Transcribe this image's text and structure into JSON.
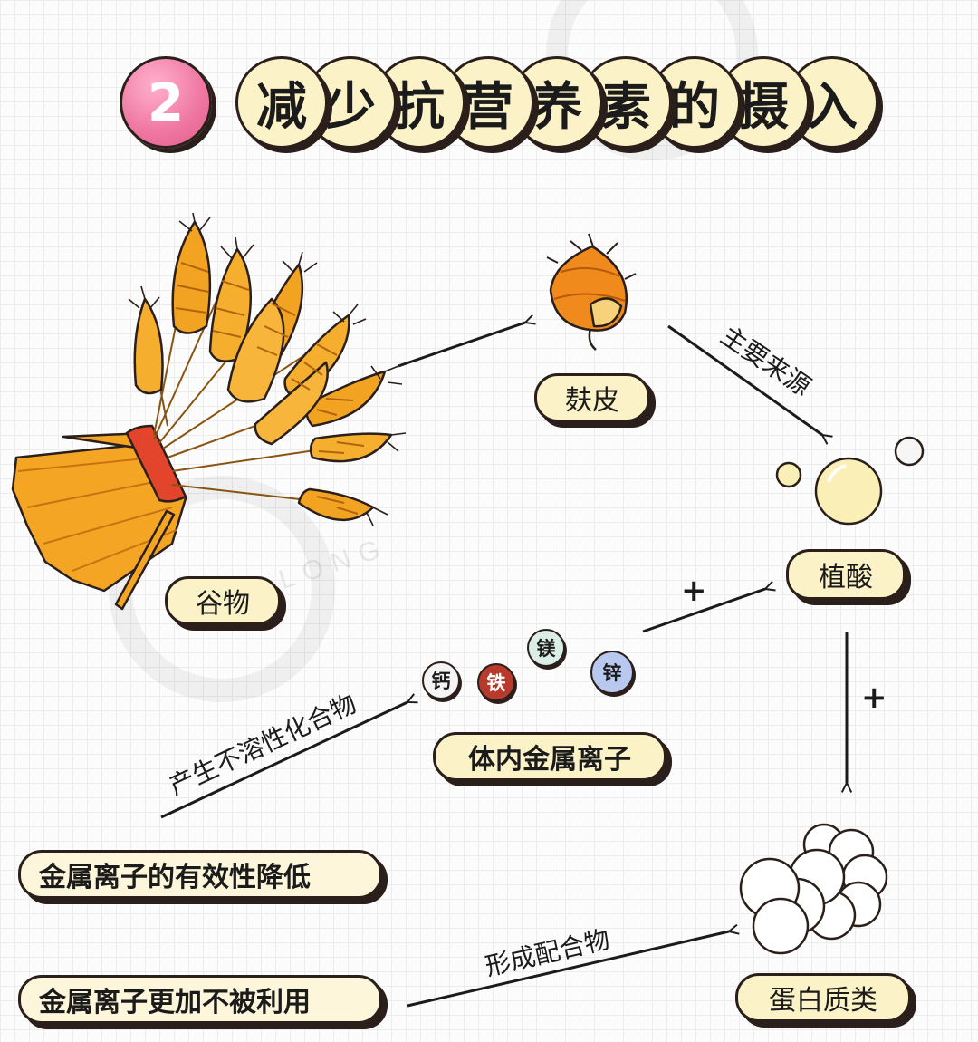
{
  "title": {
    "number": "2",
    "chars": [
      "减",
      "少",
      "抗",
      "营",
      "养",
      "素",
      "的",
      "摄",
      "入"
    ]
  },
  "labels": {
    "grain": "谷物",
    "bran": "麸皮",
    "phytic_acid": "植酸",
    "metal_ions": "体内金属离子",
    "protein": "蛋白质类",
    "effect_1": "金属离子的有效性降低",
    "effect_2": "金属离子更加不被利用"
  },
  "ions": {
    "calcium": "钙",
    "iron": "铁",
    "magnesium": "镁",
    "zinc": "锌"
  },
  "edges": {
    "main_source": "主要来源",
    "insoluble": "产生不溶性化合物",
    "complex": "形成配合物",
    "plus": "+"
  },
  "watermark": {
    "text": "THIN LONG"
  },
  "colors": {
    "title_pink": "#f07aa4",
    "pill_fill": "#fbf2c8",
    "outline": "#2a1f1a",
    "wheat": "#f0a324",
    "iron_ion": "#b83a2c",
    "zinc_ion": "#b9c8ee",
    "magnesium_ion": "#dbeee6"
  }
}
